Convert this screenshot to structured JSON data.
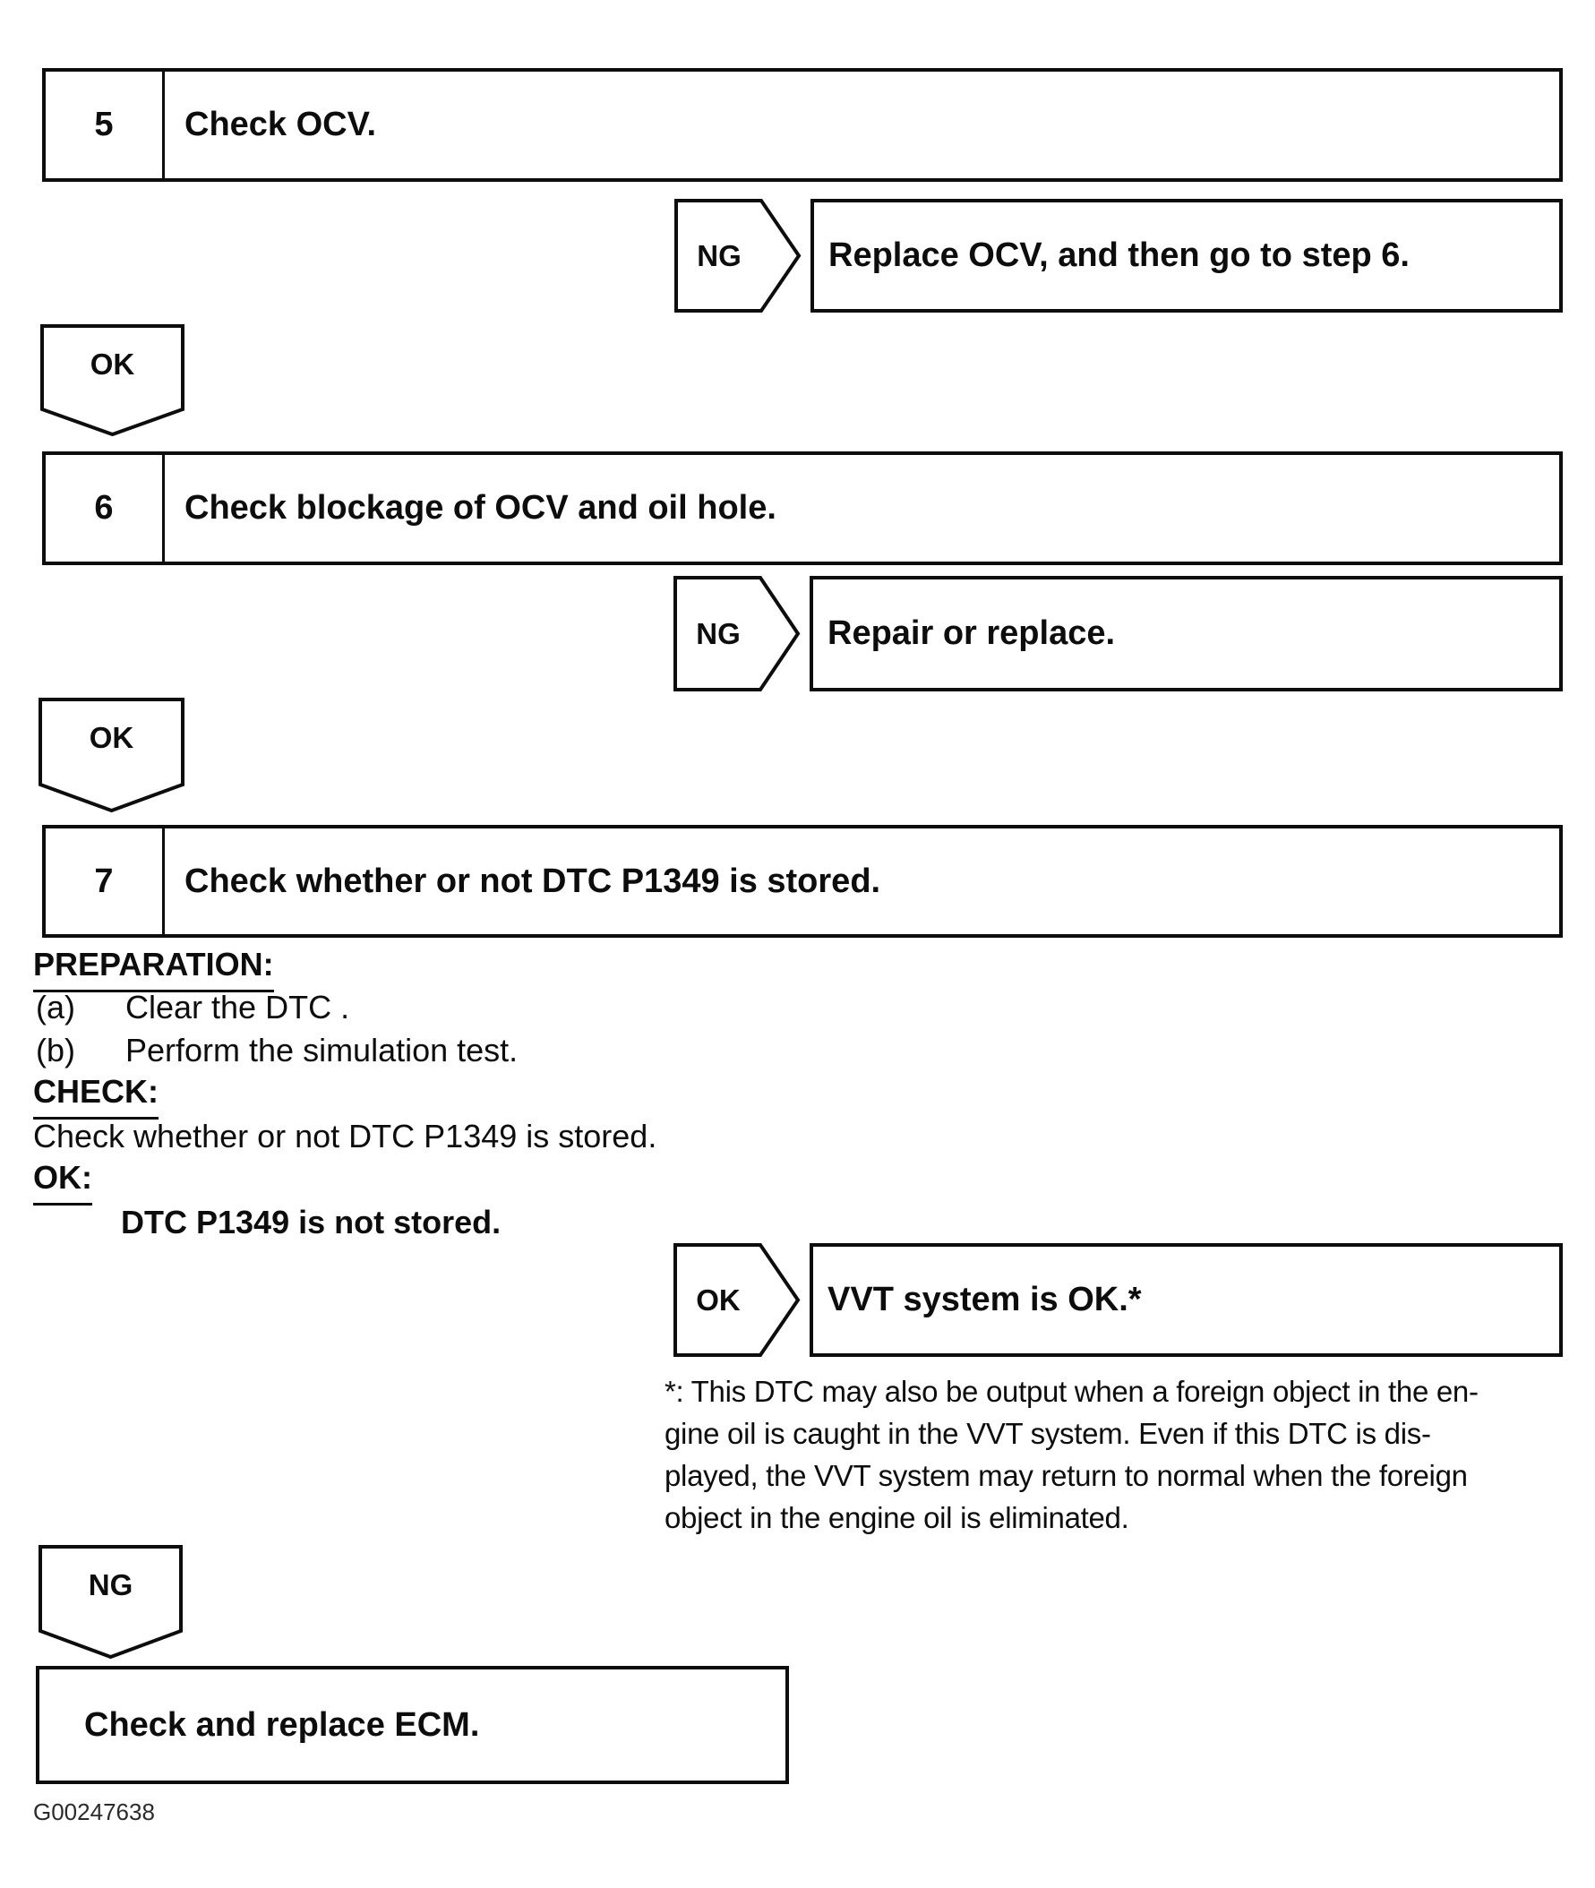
{
  "page": {
    "background": "#ffffff",
    "ink": "#0d0d0d"
  },
  "steps": [
    {
      "number": "5",
      "title": "Check OCV."
    },
    {
      "number": "6",
      "title": "Check blockage of OCV and oil hole."
    },
    {
      "number": "7",
      "title": "Check whether or not DTC P1349 is stored."
    }
  ],
  "branches": [
    {
      "label": "NG",
      "result": "Replace OCV, and then go to step 6."
    },
    {
      "label": "NG",
      "result": "Repair or replace."
    },
    {
      "label": "OK",
      "result": "VVT system is OK.*"
    }
  ],
  "connectors": [
    {
      "label": "OK"
    },
    {
      "label": "OK"
    },
    {
      "label": "NG"
    }
  ],
  "step7_details": {
    "preparation_heading": "PREPARATION:",
    "items": [
      {
        "label": "(a)",
        "text": "Clear the DTC ."
      },
      {
        "label": "(b)",
        "text": "Perform the simulation test."
      }
    ],
    "check_heading": "CHECK:",
    "check_text": "Check whether or not DTC P1349 is stored.",
    "ok_heading": "OK:",
    "ok_result": "DTC P1349 is not stored."
  },
  "footnote": {
    "lines": [
      "*: This DTC may also be output when a foreign object in the en-",
      "gine oil is caught in the VVT system. Even if this DTC is dis-",
      "played, the VVT system may return to normal when the foreign",
      "object in the engine oil is eliminated."
    ]
  },
  "final_box": {
    "text": "Check and replace ECM."
  },
  "figure_id": "G00247638"
}
